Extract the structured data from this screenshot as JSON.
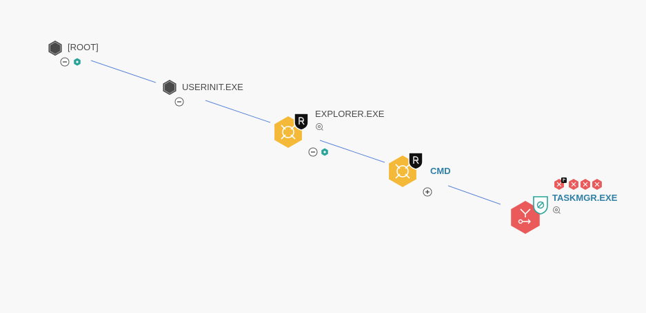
{
  "colors": {
    "background": "#f8f8f8",
    "edge": "#5b84d9",
    "root_node": "#4a4a4a",
    "warning_node": "#f5b93a",
    "malicious_node": "#ea5a5a",
    "teal_badge": "#28a39a",
    "link_label": "#2f7fa6",
    "plain_label": "#4a4a4a"
  },
  "nodes": [
    {
      "id": "root",
      "label": "[ROOT]",
      "kind": "root",
      "icon": "hexagon-icon",
      "label_style": "plain"
    },
    {
      "id": "userinit",
      "label": "USERINIT.EXE",
      "kind": "root",
      "icon": "hexagon-icon",
      "label_style": "plain"
    },
    {
      "id": "explorer",
      "label": "EXPLORER.EXE",
      "kind": "warning",
      "icon": "crosshair-icon",
      "label_style": "plain"
    },
    {
      "id": "cmd",
      "label": "CMD",
      "kind": "warning",
      "icon": "crosshair-icon",
      "label_style": "link"
    },
    {
      "id": "taskmgr",
      "label": "TASKMGR.EXE",
      "kind": "malicious",
      "icon": "process-graph-icon",
      "label_style": "link"
    }
  ],
  "edges": [
    [
      "root",
      "userinit"
    ],
    [
      "userinit",
      "explorer"
    ],
    [
      "explorer",
      "cmd"
    ],
    [
      "cmd",
      "taskmgr"
    ]
  ],
  "controls": {
    "collapse": "collapse-icon",
    "expand": "expand-icon",
    "teal_badge": "teal-hexagon-badge-icon",
    "target": "target-icon",
    "shield": "signature-shield-icon",
    "mini_alert": "alert-hexagon-icon"
  }
}
